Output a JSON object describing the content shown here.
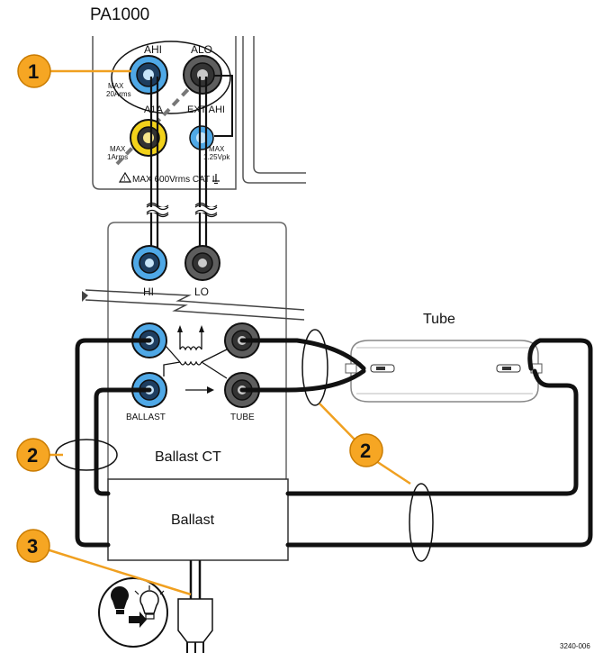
{
  "instrument": {
    "title": "PA1000",
    "terminals": {
      "a_hi": "AHI",
      "a_lo": "ALO",
      "a_1a": "A1A",
      "ext_a_hi": "EXT AHI"
    },
    "max_20a_line1": "MAX",
    "max_20a_line2": "20Arms",
    "max_1a_line1": "MAX",
    "max_1a_line2": "1Arms",
    "max_ext_line1": "MAX",
    "max_ext_line2": "1.25Vpk",
    "cat_rating": "MAX 600Vrms CAT II"
  },
  "ballast_ct": {
    "label": "Ballast CT",
    "hi": "HI",
    "lo": "LO",
    "ballast": "BALLAST",
    "tube": "TUBE"
  },
  "tube": {
    "label": "Tube"
  },
  "ballast": {
    "label": "Ballast"
  },
  "callouts": [
    "1",
    "2",
    "2",
    "3"
  ],
  "figure_id": "3240-006",
  "colors": {
    "blue_jack": "#4fa8e6",
    "gray_jack": "#5e5e5e",
    "yellow_jack": "#f2d21b",
    "callout": "#f6a623"
  },
  "icons": [
    "bulb-replace-icon",
    "ground-icon",
    "warning-icon"
  ]
}
